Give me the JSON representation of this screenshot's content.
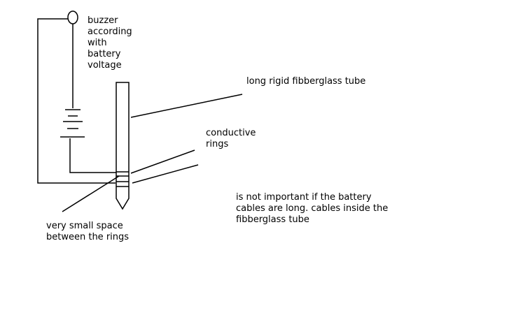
{
  "labels": {
    "buzzer": [
      "buzzer",
      "according",
      "with",
      "battery",
      "voltage"
    ],
    "tube": "long rigid fibberglass tube",
    "rings": [
      "conductive",
      "rings"
    ],
    "space": [
      "very small space",
      "between the rings"
    ],
    "note": [
      "is not important if the battery",
      "cables are long. cables inside the",
      "fibberglass tube"
    ]
  },
  "colors": {
    "ink": "#000000",
    "background": "#ffffff"
  }
}
